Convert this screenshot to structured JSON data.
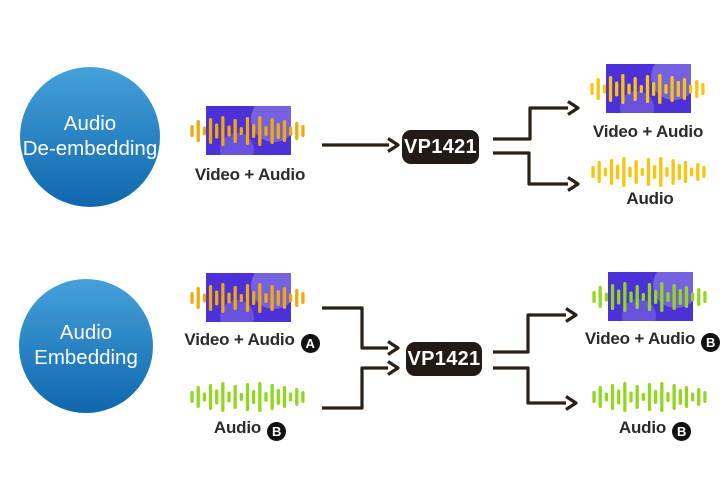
{
  "colors": {
    "background": "#ffffff",
    "circle_top": "#45a1da",
    "circle_bottom": "#0f67ad",
    "circle_text": "#ffffff",
    "video_rect": "#4c31d8",
    "waveform_yellow": "#f0a80d",
    "waveform_yellow_bright": "#fcc30e",
    "waveform_green": "#90d81e",
    "arrow": "#2b2018",
    "device_box": "#231a15",
    "device_text": "#ffffff",
    "label_text": "#2b2b2b",
    "badge_bg": "#111111",
    "badge_text": "#ffffff"
  },
  "sections": {
    "de_embedding": {
      "bubble": {
        "line1": "Audio",
        "line2": "De-embedding"
      },
      "device": "VP1421",
      "input": {
        "label": "Video + Audio",
        "type": "video-audio",
        "wave": "yellow"
      },
      "outputs": [
        {
          "label": "Video + Audio",
          "type": "video-audio",
          "wave": "yellow_bright"
        },
        {
          "label": "Audio",
          "type": "audio",
          "wave": "yellow_bright"
        }
      ]
    },
    "embedding": {
      "bubble": {
        "line1": "Audio",
        "line2": "Embedding"
      },
      "device": "VP1421",
      "inputs": [
        {
          "label": "Video + Audio",
          "badge": "A",
          "type": "video-audio",
          "wave": "yellow"
        },
        {
          "label": "Audio",
          "badge": "B",
          "type": "audio",
          "wave": "green"
        }
      ],
      "outputs": [
        {
          "label": "Video + Audio",
          "badge": "B",
          "type": "video-audio",
          "wave": "green"
        },
        {
          "label": "Audio",
          "badge": "B",
          "type": "audio",
          "wave": "green"
        }
      ]
    }
  }
}
